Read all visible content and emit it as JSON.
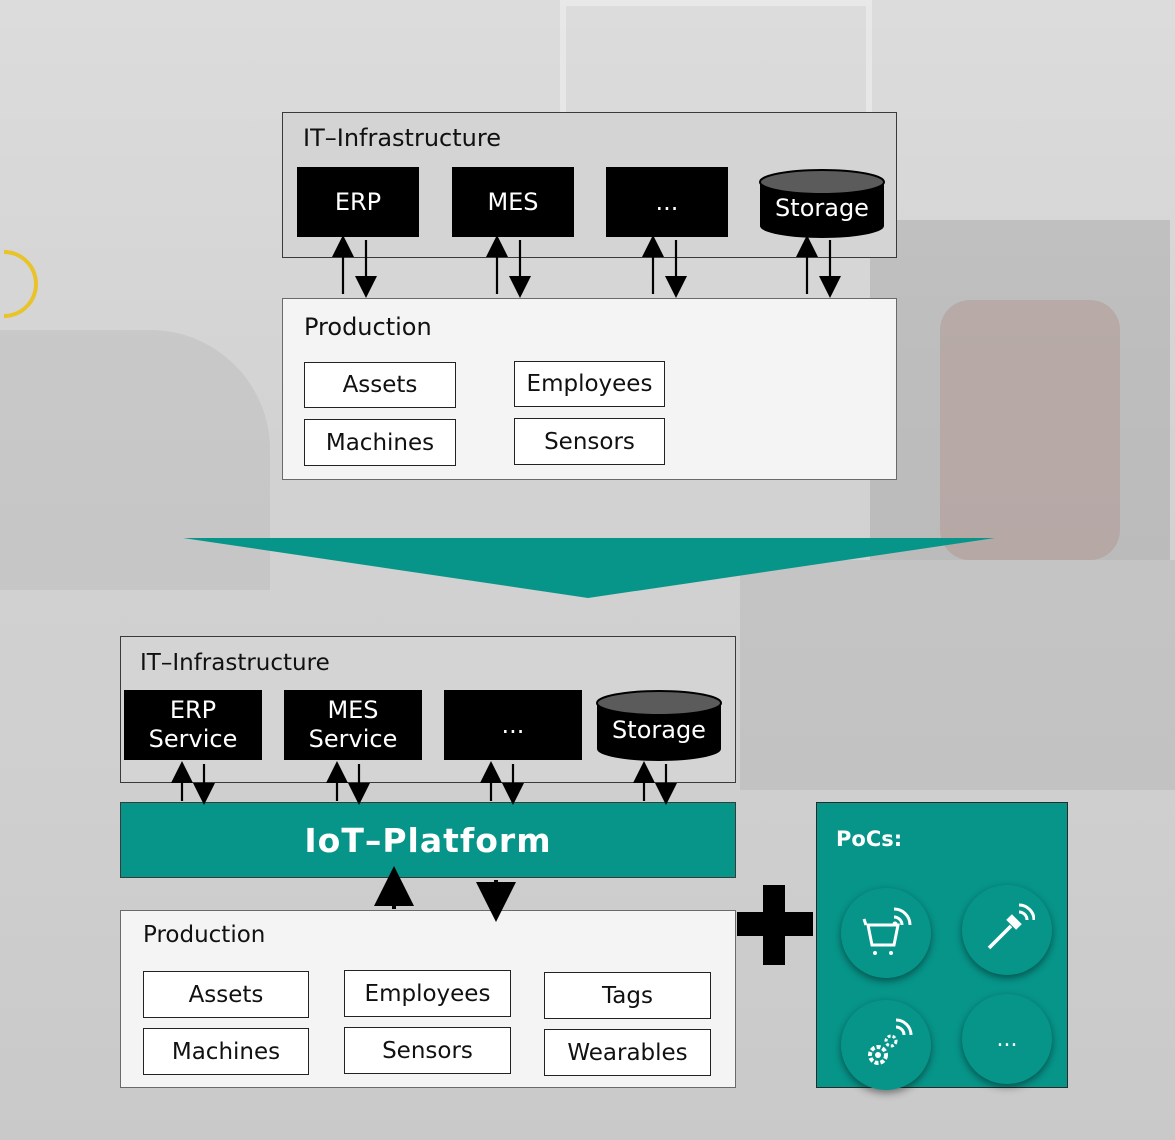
{
  "top": {
    "it_title": "IT–Infrastructure",
    "it_items": [
      "ERP",
      "MES",
      "...",
      "Storage"
    ],
    "prod_title": "Production",
    "prod_items": [
      "Assets",
      "Employees",
      "Machines",
      "Sensors"
    ]
  },
  "bottom": {
    "it_title": "IT–Infrastructure",
    "erp_line1": "ERP",
    "erp_line2": "Service",
    "mes_line1": "MES",
    "mes_line2": "Service",
    "ellipsis": "...",
    "storage": "Storage",
    "iot_platform": "IoT–Platform",
    "prod_title": "Production",
    "prod_items": [
      "Assets",
      "Employees",
      "Tags",
      "Machines",
      "Sensors",
      "Wearables"
    ]
  },
  "pocs": {
    "title": "PoCs:",
    "items": [
      {
        "icon": "cart-wireless-icon"
      },
      {
        "icon": "hammer-wireless-icon"
      },
      {
        "icon": "gears-wireless-icon"
      },
      {
        "label": "..."
      }
    ]
  },
  "colors": {
    "teal": "#07958a",
    "black": "#000000",
    "panel_gray": "#d4d4d4",
    "accent_yellow": "#e8c32a"
  }
}
